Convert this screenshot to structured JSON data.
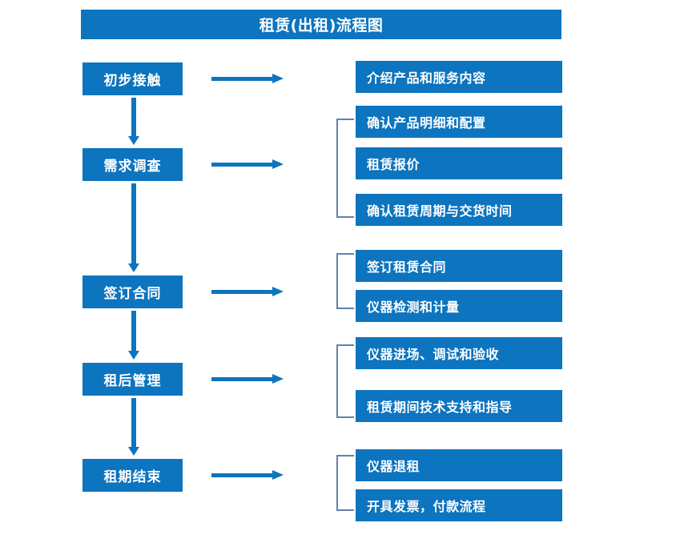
{
  "title": "租赁(出租)流程图",
  "theme": {
    "box_fill": "#0d74bf",
    "box_text": "#ffffff",
    "bracket": "#5f82ad",
    "background": "#ffffff"
  },
  "stages": [
    {
      "label": "初步接触"
    },
    {
      "label": "需求调查"
    },
    {
      "label": "签订合同"
    },
    {
      "label": "租后管理"
    },
    {
      "label": "租期结束"
    }
  ],
  "details": [
    {
      "label": "介绍产品和服务内容"
    },
    {
      "label": "确认产品明细和配置"
    },
    {
      "label": "租赁报价"
    },
    {
      "label": "确认租赁周期与交货时间"
    },
    {
      "label": "签订租赁合同"
    },
    {
      "label": "仪器检测和计量"
    },
    {
      "label": "仪器进场、调试和验收"
    },
    {
      "label": "租赁期间技术支持和指导"
    },
    {
      "label": "仪器退租"
    },
    {
      "label": "开具发票，付款流程"
    }
  ],
  "connectors": {
    "horizontal_arrow_count": 5,
    "vertical_arrow_count": 4,
    "bracket_count": 4
  }
}
